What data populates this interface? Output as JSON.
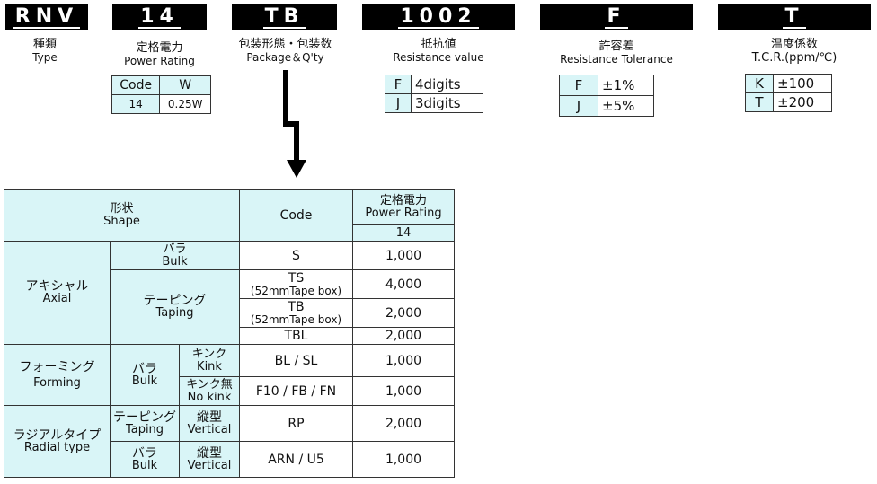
{
  "codes": {
    "rnv": {
      "code": "RNV",
      "jp": "種類",
      "en": "Type"
    },
    "size": {
      "code": "14",
      "jp": "定格電力",
      "en": "Power Rating"
    },
    "pack": {
      "code": "TB",
      "jp": "包装形態・包装数",
      "en": "Package＆Q'ty"
    },
    "res": {
      "code": "1002",
      "jp": "抵抗値",
      "en": "Resistance value"
    },
    "tol": {
      "code": "F",
      "jp": "許容差",
      "en": "Resistance Tolerance"
    },
    "tcr": {
      "code": "T",
      "jp": "温度係数",
      "en": "T.C.R.(ppm/℃)"
    }
  },
  "power_table": {
    "h_code": "Code",
    "h_w": "W",
    "code": "14",
    "w": "0.25W"
  },
  "res_table": [
    {
      "k": "F",
      "v": "4digits"
    },
    {
      "k": "J",
      "v": "3digits"
    }
  ],
  "tol_table": [
    {
      "k": "F",
      "v": "±1%"
    },
    {
      "k": "J",
      "v": "±5%"
    }
  ],
  "tcr_table": [
    {
      "k": "K",
      "v": "±100"
    },
    {
      "k": "T",
      "v": "±200"
    }
  ],
  "main": {
    "h_shape_jp": "形状",
    "h_shape_en": "Shape",
    "h_code": "Code",
    "h_power_jp": "定格電力",
    "h_power_en": "Power Rating",
    "h_power_code": "14",
    "axial_jp": "アキシャル",
    "axial_en": "Axial",
    "bulk_jp": "バラ",
    "bulk_en": "Bulk",
    "taping_jp": "テーピング",
    "taping_en": "Taping",
    "forming_jp": "フォーミング",
    "forming_en": "Forming",
    "kink_jp": "キンク",
    "kink_en": "Kink",
    "nokink_jp": "キンク無",
    "nokink_en": "No kink",
    "radial_jp": "ラジアルタイプ",
    "radial_en": "Radial type",
    "vertical_jp": "縦型",
    "vertical_en": "Vertical",
    "rows": {
      "s": {
        "code": "S",
        "qty": "1,000"
      },
      "ts": {
        "code": "TS",
        "sub": "(52mmTape box)",
        "qty": "4,000"
      },
      "tb": {
        "code": "TB",
        "sub": "(52mmTape box)",
        "qty": "2,000"
      },
      "tbl": {
        "code": "TBL",
        "qty": "2,000"
      },
      "bl": {
        "code": "BL / SL",
        "qty": "1,000"
      },
      "f10": {
        "code": "F10 / FB / FN",
        "qty": "1,000"
      },
      "rp": {
        "code": "RP",
        "qty": "2,000"
      },
      "arn": {
        "code": "ARN  /  U5",
        "qty": "1,000"
      }
    }
  }
}
